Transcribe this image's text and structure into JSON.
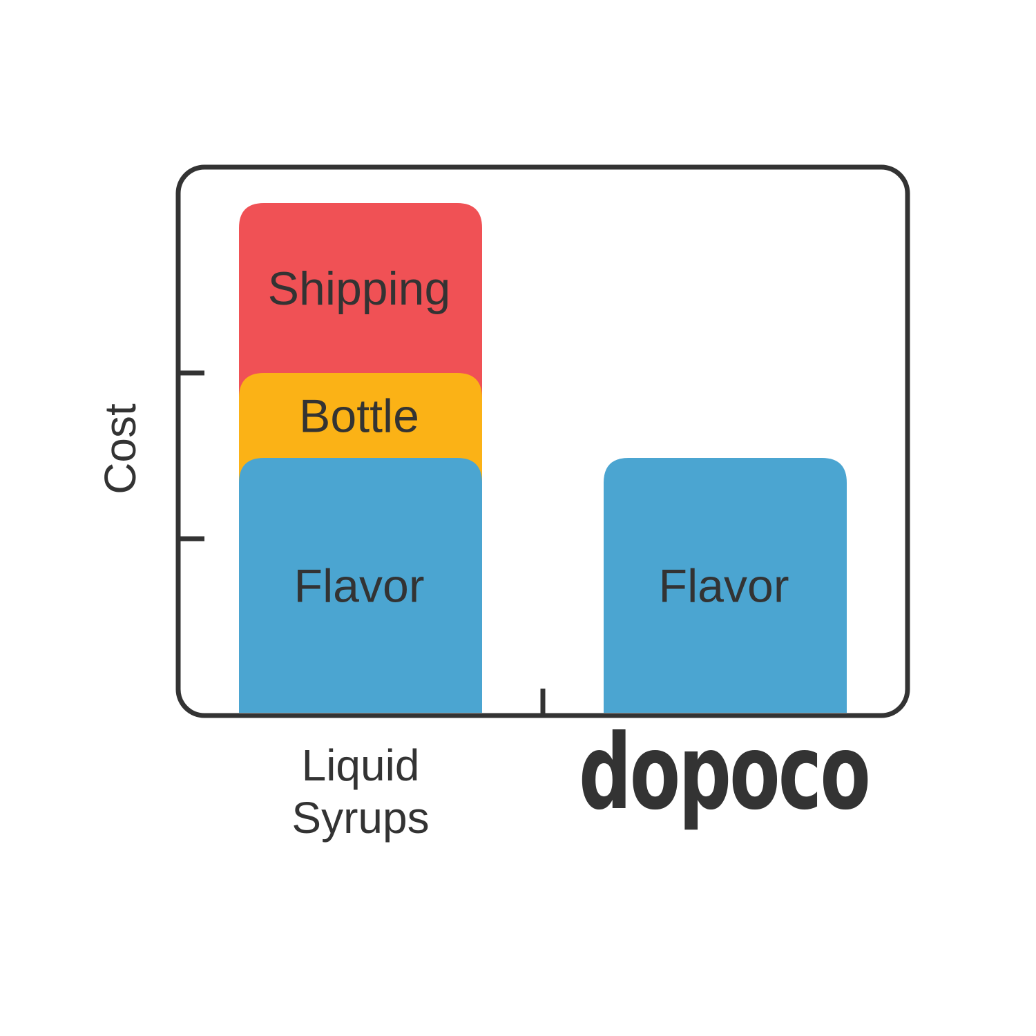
{
  "chart_data": {
    "type": "bar",
    "stacked": true,
    "ylabel": "Cost",
    "xlabel": "",
    "title": "",
    "ylim": [
      0,
      6
    ],
    "grid": false,
    "legend": "none",
    "categories": [
      {
        "id": "liquid",
        "label_lines": [
          "Liquid",
          "Syrups"
        ],
        "logo": null
      },
      {
        "id": "dopoco",
        "label_lines": [],
        "logo": "dopoco"
      }
    ],
    "series": [
      {
        "name": "Flavor",
        "color": "#4ba5d1",
        "values": [
          3,
          3
        ]
      },
      {
        "name": "Bottle",
        "color": "#fbb216",
        "values": [
          1,
          0
        ]
      },
      {
        "name": "Shipping",
        "color": "#f05155",
        "values": [
          2,
          0
        ]
      }
    ],
    "y_ticks": [
      2,
      4
    ],
    "x_ticks": [
      0.5
    ],
    "colors": {
      "axis": "#333333",
      "text": "#333333",
      "background": "#ffffff"
    }
  }
}
